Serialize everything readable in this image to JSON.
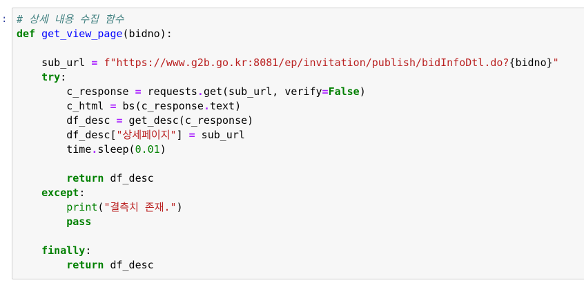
{
  "cell": {
    "prompt": ":",
    "lines": [
      {
        "indent": "",
        "tokens": [
          {
            "t": "comment",
            "v": "# 상세 내용 수집 함수"
          }
        ]
      },
      {
        "indent": "",
        "tokens": [
          {
            "t": "kw",
            "v": "def"
          },
          {
            "t": "plain",
            "v": " "
          },
          {
            "t": "fn",
            "v": "get_view_page"
          },
          {
            "t": "plain",
            "v": "(bidno):"
          }
        ]
      },
      {
        "indent": "",
        "tokens": []
      },
      {
        "indent": "    ",
        "tokens": [
          {
            "t": "plain",
            "v": "sub_url "
          },
          {
            "t": "op",
            "v": "="
          },
          {
            "t": "plain",
            "v": " "
          },
          {
            "t": "str",
            "v": "f\"https://www.g2b.go.kr:8081/ep/invitation/publish/bidInfoDtl.do?"
          },
          {
            "t": "plain",
            "v": "{bidno}"
          },
          {
            "t": "str",
            "v": "\""
          }
        ]
      },
      {
        "indent": "    ",
        "tokens": [
          {
            "t": "kw",
            "v": "try"
          },
          {
            "t": "plain",
            "v": ":"
          }
        ]
      },
      {
        "indent": "        ",
        "tokens": [
          {
            "t": "plain",
            "v": "c_response "
          },
          {
            "t": "op",
            "v": "="
          },
          {
            "t": "plain",
            "v": " requests"
          },
          {
            "t": "op",
            "v": "."
          },
          {
            "t": "plain",
            "v": "get(sub_url, verify"
          },
          {
            "t": "op",
            "v": "="
          },
          {
            "t": "kw",
            "v": "False"
          },
          {
            "t": "plain",
            "v": ")"
          }
        ]
      },
      {
        "indent": "        ",
        "tokens": [
          {
            "t": "plain",
            "v": "c_html "
          },
          {
            "t": "op",
            "v": "="
          },
          {
            "t": "plain",
            "v": " bs(c_response"
          },
          {
            "t": "op",
            "v": "."
          },
          {
            "t": "plain",
            "v": "text)"
          }
        ]
      },
      {
        "indent": "        ",
        "tokens": [
          {
            "t": "plain",
            "v": "df_desc "
          },
          {
            "t": "op",
            "v": "="
          },
          {
            "t": "plain",
            "v": " get_desc(c_response)"
          }
        ]
      },
      {
        "indent": "        ",
        "tokens": [
          {
            "t": "plain",
            "v": "df_desc["
          },
          {
            "t": "str",
            "v": "\"상세페이지\""
          },
          {
            "t": "plain",
            "v": "] "
          },
          {
            "t": "op",
            "v": "="
          },
          {
            "t": "plain",
            "v": " sub_url"
          }
        ]
      },
      {
        "indent": "        ",
        "tokens": [
          {
            "t": "plain",
            "v": "time"
          },
          {
            "t": "op",
            "v": "."
          },
          {
            "t": "plain",
            "v": "sleep("
          },
          {
            "t": "num",
            "v": "0.01"
          },
          {
            "t": "plain",
            "v": ")"
          }
        ]
      },
      {
        "indent": "",
        "tokens": []
      },
      {
        "indent": "        ",
        "tokens": [
          {
            "t": "kw",
            "v": "return"
          },
          {
            "t": "plain",
            "v": " df_desc"
          }
        ]
      },
      {
        "indent": "    ",
        "tokens": [
          {
            "t": "kw",
            "v": "except"
          },
          {
            "t": "plain",
            "v": ":"
          }
        ]
      },
      {
        "indent": "        ",
        "tokens": [
          {
            "t": "builtin",
            "v": "print"
          },
          {
            "t": "plain",
            "v": "("
          },
          {
            "t": "str",
            "v": "\"결측치 존재.\""
          },
          {
            "t": "plain",
            "v": ")"
          }
        ]
      },
      {
        "indent": "        ",
        "tokens": [
          {
            "t": "kw",
            "v": "pass"
          }
        ]
      },
      {
        "indent": "",
        "tokens": []
      },
      {
        "indent": "    ",
        "tokens": [
          {
            "t": "kw",
            "v": "finally"
          },
          {
            "t": "plain",
            "v": ":"
          }
        ]
      },
      {
        "indent": "        ",
        "tokens": [
          {
            "t": "kw",
            "v": "return"
          },
          {
            "t": "plain",
            "v": " df_desc"
          }
        ]
      }
    ]
  }
}
